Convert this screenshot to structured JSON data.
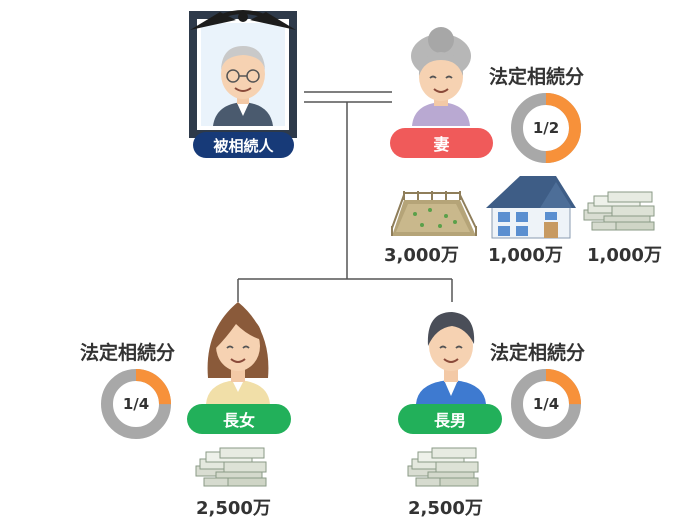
{
  "decedent": {
    "label": "被相続人"
  },
  "spouse": {
    "label": "妻",
    "share_title": "法定相続分",
    "share": "1/2",
    "share_value": 0.5
  },
  "assets": [
    {
      "icon": "land-icon",
      "amount": "3,000万"
    },
    {
      "icon": "house-icon",
      "amount": "1,000万"
    },
    {
      "icon": "cash-icon",
      "amount": "1,000万"
    }
  ],
  "daughter": {
    "label": "長女",
    "share_title": "法定相続分",
    "share": "1/4",
    "share_value": 0.25,
    "amount": "2,500万"
  },
  "son": {
    "label": "長男",
    "share_title": "法定相続分",
    "share": "1/4",
    "share_value": 0.25,
    "amount": "2,500万"
  },
  "colors": {
    "navy": "#173a78",
    "spouse_red": "#f05a5a",
    "child_green": "#22b05a",
    "share_orange": "#f7913a",
    "share_gray": "#a8a8a8"
  }
}
